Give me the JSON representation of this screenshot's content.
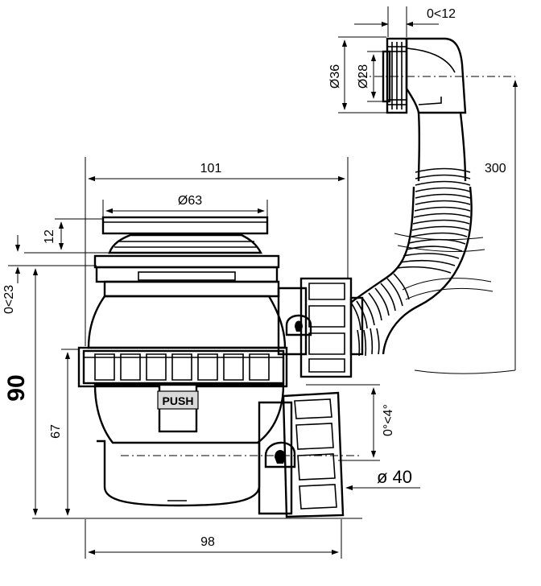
{
  "colors": {
    "ink": "#000000",
    "paper": "#ffffff",
    "shade": "#d9d9d9",
    "dark": "#3a3a3a"
  },
  "labels": {
    "clearance": "0<12",
    "outer_diameter": "Ø36",
    "inner_diameter": "Ø28",
    "hose_length": "300",
    "width_overall": "101",
    "grate_diameter": "Ø63",
    "grate_height": "12",
    "adjust_range": "0<23",
    "total_height": "90",
    "body_height": "67",
    "tilt_angle": "0°<4°",
    "outlet_diameter": "ø 40",
    "base_width": "98",
    "push_label": "PUSH"
  }
}
